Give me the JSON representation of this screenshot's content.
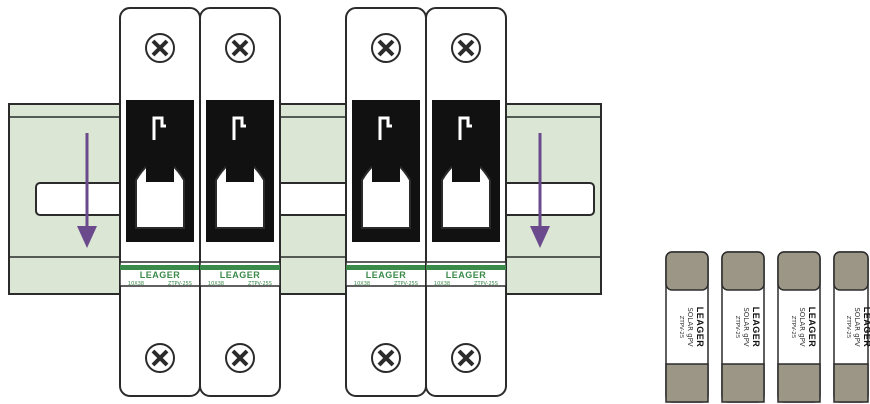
{
  "holders": [
    {
      "brand": "LEAGER",
      "code_left": "10X38",
      "code_right": "ZTPV-25S"
    },
    {
      "brand": "LEAGER",
      "code_left": "10X38",
      "code_right": "ZTPV-25S"
    },
    {
      "brand": "LEAGER",
      "code_left": "10X38",
      "code_right": "ZTPV-25S"
    },
    {
      "brand": "LEAGER",
      "code_left": "10X38",
      "code_right": "ZTPV-25S"
    }
  ],
  "fuses": [
    {
      "brand": "LEAGER",
      "line1": "SOLAR gPV",
      "line2": "ZTPV-25"
    },
    {
      "brand": "LEAGER",
      "line1": "SOLAR gPV",
      "line2": "ZTPV-25"
    },
    {
      "brand": "LEAGER",
      "line1": "SOLAR gPV",
      "line2": "ZTPV-25"
    },
    {
      "brand": "LEAGER",
      "line1": "SOLAR gPV",
      "line2": "ZTPV-25"
    }
  ],
  "colors": {
    "rail": "#dbe6d5",
    "outline": "#2b2b2b",
    "arrow": "#6a4a8c",
    "band": "#3a8a4a",
    "fuse_cap": "#9b9685",
    "fuse_body": "#ffffff"
  }
}
